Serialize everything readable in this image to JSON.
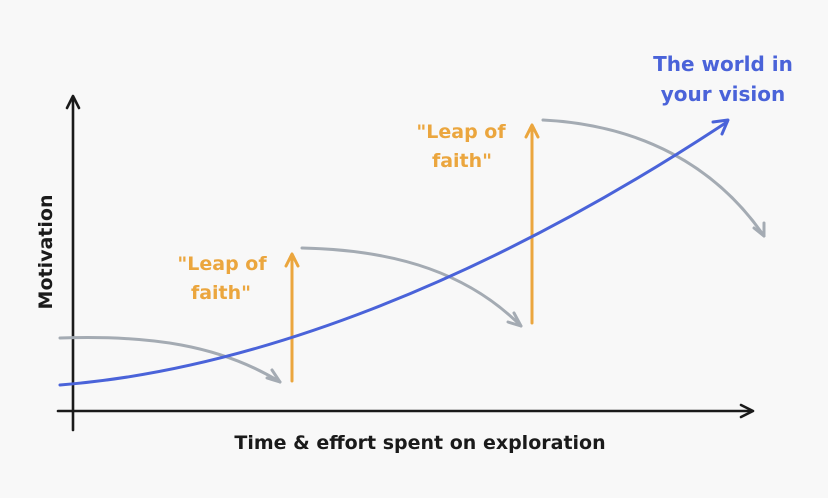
{
  "axes": {
    "x_label": "Time & effort spent on exploration",
    "y_label": "Motivation"
  },
  "vision_label": {
    "line1": "The world in",
    "line2": "your vision"
  },
  "leaps": [
    {
      "line1": "\"Leap of",
      "line2": "faith\""
    },
    {
      "line1": "\"Leap of",
      "line2": "faith\""
    }
  ],
  "colors": {
    "axis": "#1a1a1a",
    "vision": "#4a63d9",
    "leap": "#eba63e",
    "motivation": "#a4abb3",
    "background": "#f8f8f8"
  }
}
